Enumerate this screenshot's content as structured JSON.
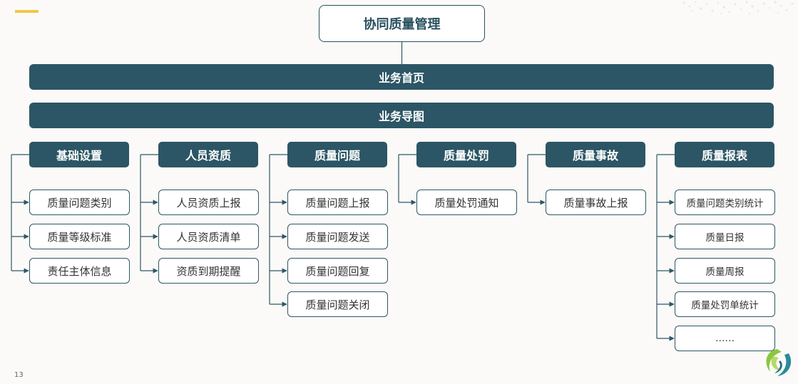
{
  "root": {
    "title": "协同质量管理"
  },
  "bars": [
    {
      "label": "业务首页"
    },
    {
      "label": "业务导图"
    }
  ],
  "categories": [
    {
      "label": "基础设置",
      "items": [
        "质量问题类别",
        "质量等级标准",
        "责任主体信息"
      ]
    },
    {
      "label": "人员资质",
      "items": [
        "人员资质上报",
        "人员资质清单",
        "资质到期提醒"
      ]
    },
    {
      "label": "质量问题",
      "items": [
        "质量问题上报",
        "质量问题发送",
        "质量问题回复",
        "质量问题关闭"
      ]
    },
    {
      "label": "质量处罚",
      "items": [
        "质量处罚通知"
      ]
    },
    {
      "label": "质量事故",
      "items": [
        "质量事故上报"
      ]
    },
    {
      "label": "质量报表",
      "items": [
        "质量问题类别统计",
        "质量日报",
        "质量周报",
        "质量处罚单统计",
        "……"
      ]
    }
  ],
  "footer": {
    "page_number": "13"
  },
  "colors": {
    "primary": "#2c5665",
    "accent": "#f2c744",
    "background": "#fbfaf8",
    "logo_green": "#8cc63f",
    "logo_teal": "#2a8a9a"
  },
  "icons": {
    "logo": "company-logo-swirl-icon"
  }
}
